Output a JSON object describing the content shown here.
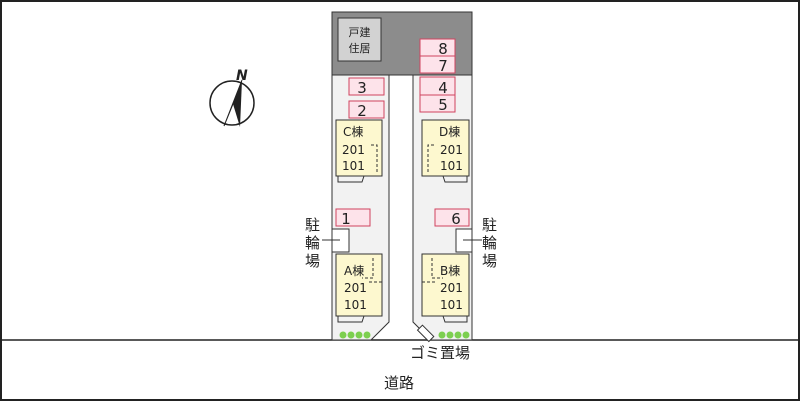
{
  "house_label": [
    "戸建",
    "住居"
  ],
  "compass": "N",
  "parking": [
    "1",
    "2",
    "3",
    "4",
    "5",
    "6",
    "7",
    "8"
  ],
  "buildings": {
    "A": {
      "name": "A棟",
      "units": [
        "201",
        "101"
      ]
    },
    "B": {
      "name": "B棟",
      "units": [
        "201",
        "101"
      ]
    },
    "C": {
      "name": "C棟",
      "units": [
        "201",
        "101"
      ]
    },
    "D": {
      "name": "D棟",
      "units": [
        "201",
        "101"
      ]
    }
  },
  "bike_parking": [
    "駐",
    "輪",
    "場"
  ],
  "garbage": "ゴミ置場",
  "road": "道路",
  "colors": {
    "parking_fill": "#fde3ea",
    "parking_stroke": "#d0435f",
    "building_fill": "#fdf8cf",
    "lot_fill": "#f2f2f2",
    "house_area": "#8c8c8c",
    "shrub": "#7ccf4f"
  }
}
